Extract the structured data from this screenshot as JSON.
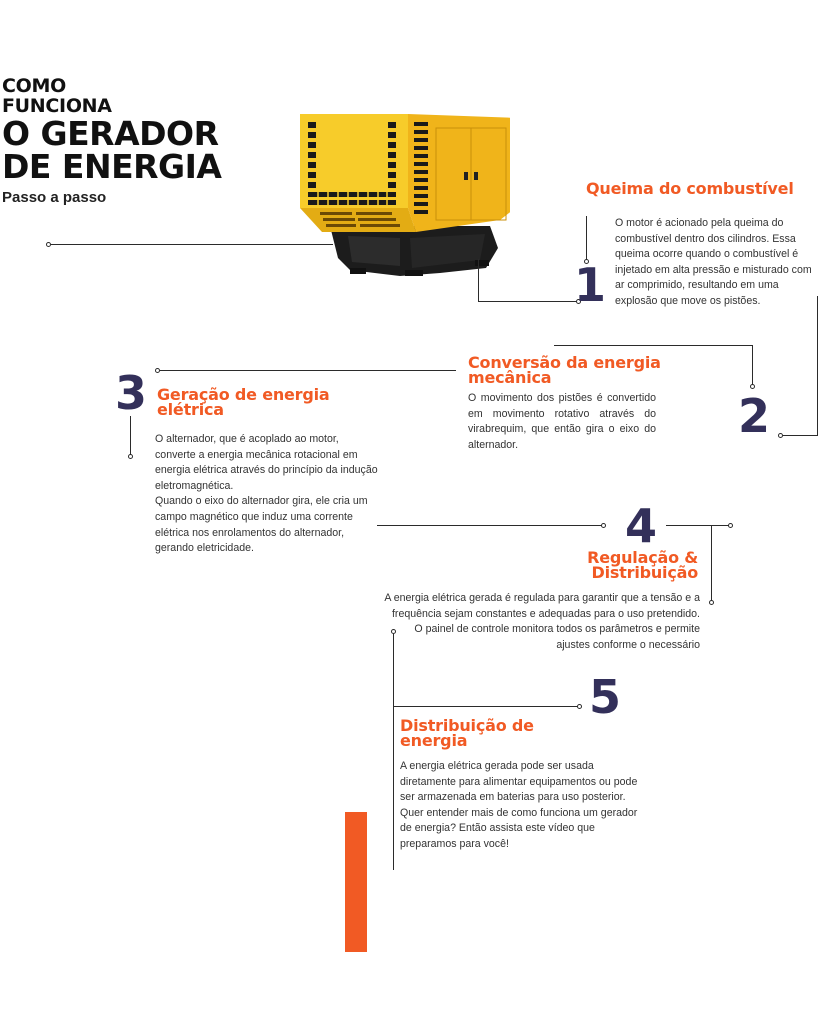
{
  "header": {
    "line1": "COMO",
    "line2": "FUNCIONA",
    "line3": "O GERADOR",
    "line4": "DE ENERGIA",
    "subtitle": "Passo a passo"
  },
  "image": {
    "subject": "generator-image",
    "colors": {
      "body": "#f5b81c",
      "base": "#1a1a1a"
    }
  },
  "steps": [
    {
      "number": "1",
      "title": "Queima do combustível",
      "text": "O motor é acionado pela queima do combustível dentro dos cilindros. Essa queima ocorre quando o combustível é injetado em alta pressão e misturado com ar comprimido, resultando em uma explosão que move os pistões."
    },
    {
      "number": "2",
      "title_line1": "Conversão da energia",
      "title_line2": "mecânica",
      "text": "O movimento dos pistões é convertido em movimento rotativo através do virabrequim, que então gira o eixo do alternador."
    },
    {
      "number": "3",
      "title_line1": "Geração de energia",
      "title_line2": "elétrica",
      "text1": "O alternador, que é acoplado ao motor, converte a energia mecânica rotacional em energia elétrica através do princípio da indução eletromagnética.",
      "text2": "Quando o eixo do alternador gira, ele cria um campo magnético que induz uma corrente elétrica nos enrolamentos do alternador, gerando eletricidade."
    },
    {
      "number": "4",
      "title_line1": "Regulação &",
      "title_line2": "Distribuição",
      "text1": "A energia elétrica gerada é regulada para garantir que a tensão e a frequência sejam constantes e adequadas para o uso pretendido.",
      "text2": "O painel de controle monitora todos os parâmetros e permite ajustes conforme o necessário"
    },
    {
      "number": "5",
      "title_line1": "Distribuição de",
      "title_line2": "energia",
      "text1": "A energia elétrica gerada pode ser usada diretamente para alimentar equipamentos ou pode ser armazenada em baterias para uso posterior.",
      "text2": "Quer entender mais de como funciona um gerador de energia? Então assista este vídeo que preparamos para você!"
    }
  ],
  "colors": {
    "accent": "#f15a24",
    "number": "#33305a",
    "text": "#333333",
    "line": "#2b2b2b"
  }
}
